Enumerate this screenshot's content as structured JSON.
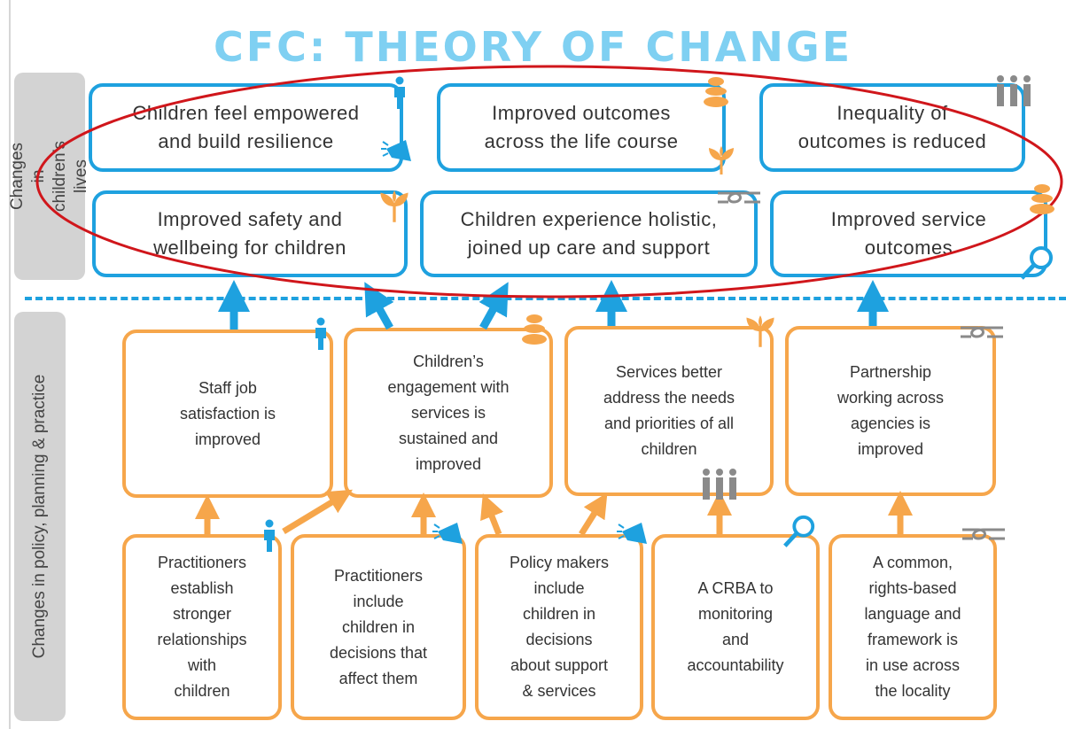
{
  "title": "CFC: THEORY OF CHANGE",
  "sidebar": {
    "top_label": "Changes in\nchildren’s lives",
    "bottom_label": "Changes in policy, planning & practice"
  },
  "outcomes_top_row": [
    "Children feel empowered\nand build resilience",
    "Improved outcomes\nacross the life course",
    "Inequality of\noutcomes is reduced"
  ],
  "outcomes_second_row": [
    "Improved safety and\nwellbeing for children",
    "Children experience holistic,\njoined up care and support",
    "Improved service\noutcomes"
  ],
  "policy_mid_row": [
    "Staff job\nsatisfaction is\nimproved",
    "Children’s\nengagement with\nservices is\nsustained and\nimproved",
    "Services better\naddress the needs\nand priorities of all\nchildren",
    "Partnership\nworking across\nagencies is\nimproved"
  ],
  "policy_bottom_row": [
    "Practitioners\nestablish\nstronger\nrelationships\nwith\nchildren",
    "Practitioners\ninclude\nchildren in\ndecisions that\naffect them",
    "Policy makers\ninclude\nchildren in\ndecisions\nabout support\n& services",
    "A CRBA to\nmonitoring\nand\naccountability",
    "A common,\nrights-based\nlanguage and\nframework is\nin use across\nthe locality"
  ],
  "icons": [
    "person-icon",
    "megaphone-icon",
    "stones-icon",
    "plant-icon",
    "people-icon",
    "rope-knot-icon",
    "magnifier-icon"
  ],
  "colors": {
    "title": "#7fd0f2",
    "blue": "#1ea1df",
    "orange": "#f6a64b",
    "annotation": "#d0161b",
    "sidebar": "#d3d3d3"
  }
}
